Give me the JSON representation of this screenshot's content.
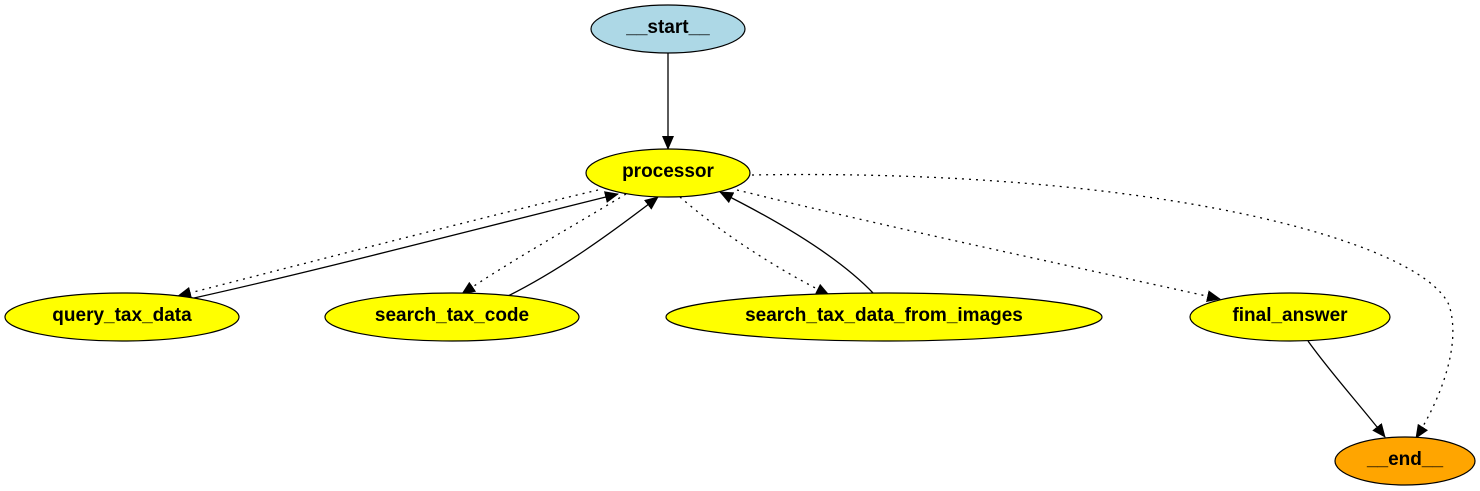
{
  "nodes": [
    {
      "id": "start",
      "label": "__start__",
      "fill": "#add8e6"
    },
    {
      "id": "processor",
      "label": "processor",
      "fill": "#ffff00"
    },
    {
      "id": "query_tax_data",
      "label": "query_tax_data",
      "fill": "#ffff00"
    },
    {
      "id": "search_tax_code",
      "label": "search_tax_code",
      "fill": "#ffff00"
    },
    {
      "id": "search_tax_data_from_images",
      "label": "search_tax_data_from_images",
      "fill": "#ffff00"
    },
    {
      "id": "final_answer",
      "label": "final_answer",
      "fill": "#ffff00"
    },
    {
      "id": "end",
      "label": "__end__",
      "fill": "#ffa500"
    }
  ],
  "edges": [
    {
      "from": "start",
      "to": "processor",
      "style": "solid"
    },
    {
      "from": "processor",
      "to": "query_tax_data",
      "style": "dotted"
    },
    {
      "from": "query_tax_data",
      "to": "processor",
      "style": "solid"
    },
    {
      "from": "processor",
      "to": "search_tax_code",
      "style": "dotted"
    },
    {
      "from": "search_tax_code",
      "to": "processor",
      "style": "solid"
    },
    {
      "from": "processor",
      "to": "search_tax_data_from_images",
      "style": "dotted"
    },
    {
      "from": "search_tax_data_from_images",
      "to": "processor",
      "style": "solid"
    },
    {
      "from": "processor",
      "to": "final_answer",
      "style": "dotted"
    },
    {
      "from": "processor",
      "to": "end",
      "style": "dotted"
    },
    {
      "from": "final_answer",
      "to": "end",
      "style": "solid"
    }
  ]
}
